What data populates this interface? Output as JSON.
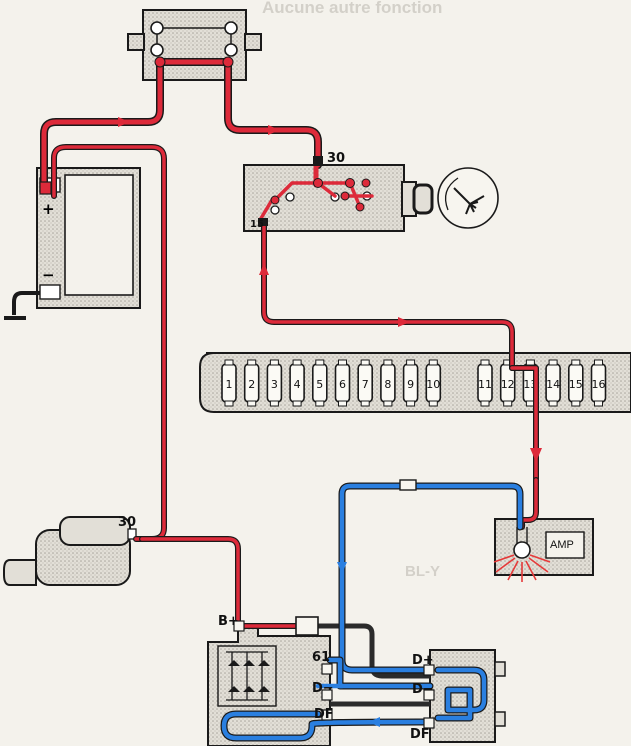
{
  "background": {
    "faded_heading": "Aucune autre fonction",
    "faded_wire_code": "BL-Y",
    "paper_color": "#f4f2ec",
    "ghost_ink_color": "#b9b6ad"
  },
  "terminals": {
    "ignition_switch_in": "30",
    "ignition_switch_out": "15",
    "starter": "30",
    "alternator_b_plus": "B+",
    "alternator_61": "61",
    "alternator_d_minus": "D−",
    "alternator_df": "DF",
    "regulator_d_plus": "D+",
    "regulator_d_minus": "D−",
    "regulator_df": "DF"
  },
  "fuse_box": {
    "fuses": [
      "1",
      "2",
      "3",
      "4",
      "5",
      "6",
      "7",
      "8",
      "9",
      "10",
      "11",
      "12",
      "13",
      "14",
      "15",
      "16"
    ]
  },
  "warning_lamp": {
    "label": "AMP"
  },
  "battery": {
    "positive_symbol": "+",
    "negative_symbol": "−"
  },
  "colors": {
    "live_wire": "#dd2a3a",
    "charge_wire": "#2a7fe0",
    "ground_wire": "#2b2b2b",
    "outline": "#1a1a1a",
    "component_fill": "#dedbd3",
    "lamp_glow": "#e53a3a"
  },
  "icons": {
    "flow_arrow": "arrow-icon",
    "ground": "ground-icon",
    "key": "key-icon",
    "gauge": "gauge-icon",
    "bulb": "bulb-icon"
  }
}
